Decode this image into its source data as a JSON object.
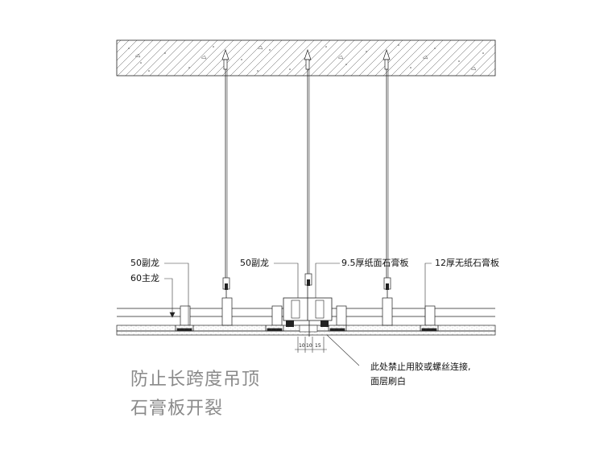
{
  "labels": {
    "sub_keel_left": "50副龙",
    "main_keel": "60主龙",
    "sub_keel_center": "50副龙",
    "board_95": "9.5厚纸面石膏板",
    "board_12": "12厚无纸石膏板",
    "note_line1": "此处禁止用胶或螺丝连接,",
    "note_line2": "面层刷白"
  },
  "dimensions": [
    "10",
    "10",
    "15"
  ],
  "title": {
    "line1": "防止长跨度吊顶",
    "line2": "石膏板开裂"
  }
}
